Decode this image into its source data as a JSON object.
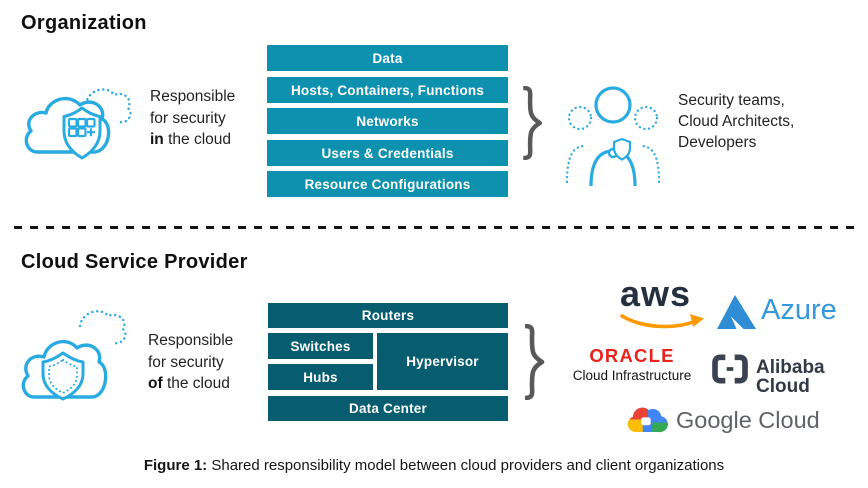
{
  "organization": {
    "heading": "Organization",
    "responsibility": {
      "line1": "Responsible",
      "line2": "for security",
      "emphasis": "in",
      "line3_rest": "the cloud"
    },
    "layers": [
      "Data",
      "Hosts, Containers, Functions",
      "Networks",
      "Users & Credentials",
      "Resource Configurations"
    ],
    "actors": {
      "line1": "Security teams,",
      "line2": "Cloud Architects,",
      "line3": "Developers"
    }
  },
  "provider": {
    "heading": "Cloud Service Provider",
    "responsibility": {
      "line1": "Responsible",
      "line2": "for security",
      "emphasis": "of",
      "line3_rest": "the cloud"
    },
    "layers": {
      "routers": "Routers",
      "switches": "Switches",
      "hubs": "Hubs",
      "hypervisor": "Hypervisor",
      "data_center": "Data Center"
    },
    "logos": {
      "aws_text": "aws",
      "azure_text": "Azure",
      "oracle_text": "ORACLE",
      "oracle_subtext": "Cloud Infrastructure",
      "alibaba_text": "Alibaba Cloud",
      "google_text": "Google Cloud"
    }
  },
  "caption": {
    "label": "Figure 1:",
    "text": "Shared responsibility model between cloud providers and client organizations"
  },
  "icons": {
    "org_cloud": "cloud-shield-apps-icon",
    "org_people": "security-team-icon",
    "csp_cloud": "cloud-shield-icon",
    "brace": "curly-brace",
    "aws_swoosh": "aws-smile-arrow",
    "azure_triangle": "azure-a-logo",
    "alibaba_brackets": "alibaba-bracket-logo",
    "google_cloud_mark": "google-cloud-mark"
  },
  "colors": {
    "org_layer": "#0E91AE",
    "csp_layer": "#075D6F",
    "icon_blue": "#29ABE2",
    "brace_gray": "#58595B",
    "aws_navy": "#252F3E",
    "aws_orange": "#FF9900",
    "azure_blue": "#2E8DD4",
    "oracle_red": "#E8231D",
    "alibaba_dark": "#3B4350",
    "google_gray": "#5F6368"
  }
}
